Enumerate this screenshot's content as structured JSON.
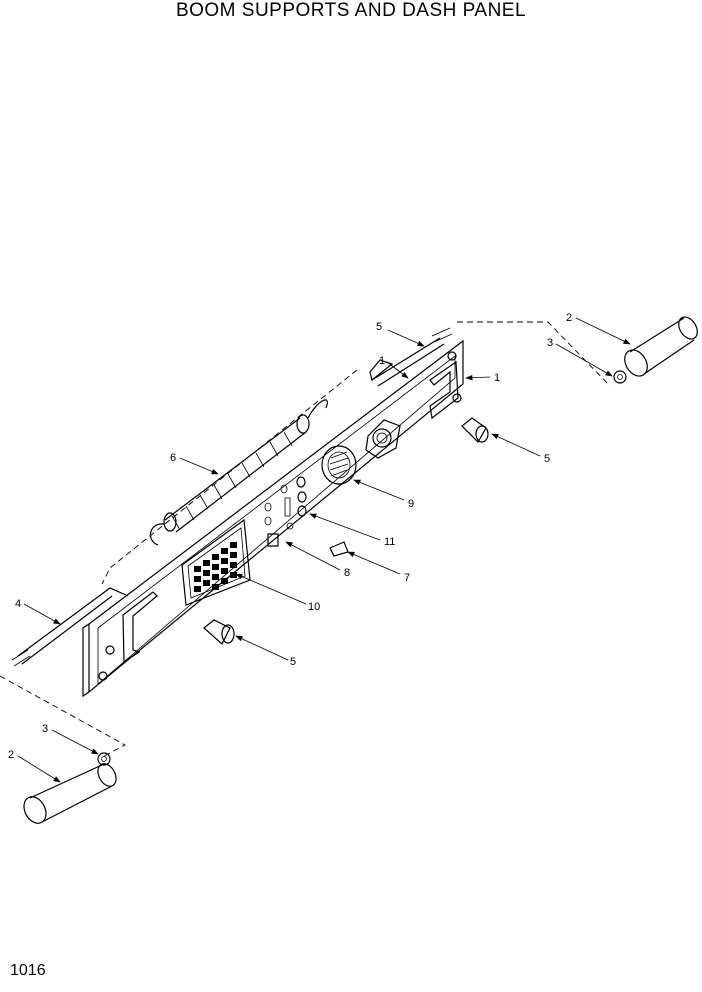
{
  "page": {
    "title": "BOOM SUPPORTS AND DASH PANEL",
    "page_number": "1016"
  },
  "callouts": {
    "c1a": "1",
    "c1b": "1",
    "c2a": "2",
    "c2b": "2",
    "c3a": "3",
    "c3b": "3",
    "c4": "4",
    "c5a": "5",
    "c5b": "5",
    "c5c": "5",
    "c6": "6",
    "c7": "7",
    "c8": "8",
    "c9": "9",
    "c10": "10",
    "c11": "11"
  }
}
